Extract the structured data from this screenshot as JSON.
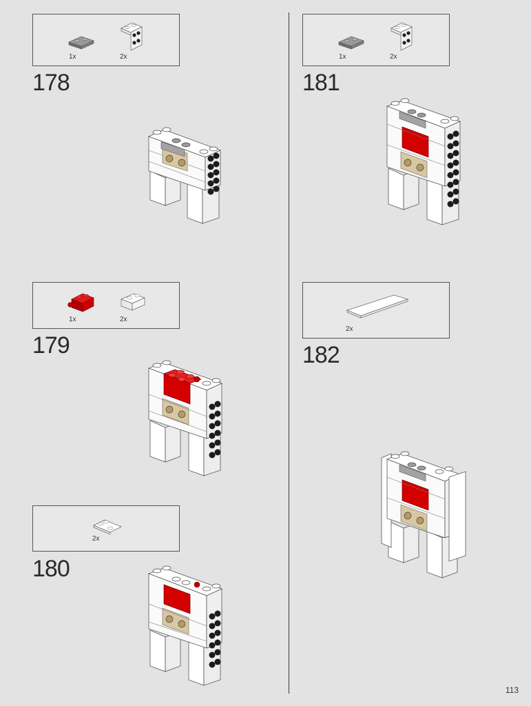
{
  "page_number": "113",
  "steps": [
    {
      "number": "178",
      "parts": [
        {
          "qty": "1x",
          "part": "dark-gray-plate-1x2"
        },
        {
          "qty": "2x",
          "part": "white-bracket-1x2-2x2"
        }
      ]
    },
    {
      "number": "179",
      "parts": [
        {
          "qty": "1x",
          "part": "red-brick-with-clip"
        },
        {
          "qty": "2x",
          "part": "white-brick-1x2"
        }
      ]
    },
    {
      "number": "180",
      "parts": [
        {
          "qty": "2x",
          "part": "white-plate-2x2-corner"
        }
      ]
    },
    {
      "number": "181",
      "parts": [
        {
          "qty": "1x",
          "part": "dark-gray-plate-1x2"
        },
        {
          "qty": "2x",
          "part": "white-bracket-1x2-2x2"
        }
      ]
    },
    {
      "number": "182",
      "parts": [
        {
          "qty": "2x",
          "part": "white-tile-1x4"
        }
      ]
    }
  ],
  "colors": {
    "background": "#e3e3e3",
    "red": "#d40000",
    "tan": "#d8c7a0",
    "white": "#ffffff",
    "dark_gray": "#8a8a8a",
    "black": "#1a1a1a"
  }
}
